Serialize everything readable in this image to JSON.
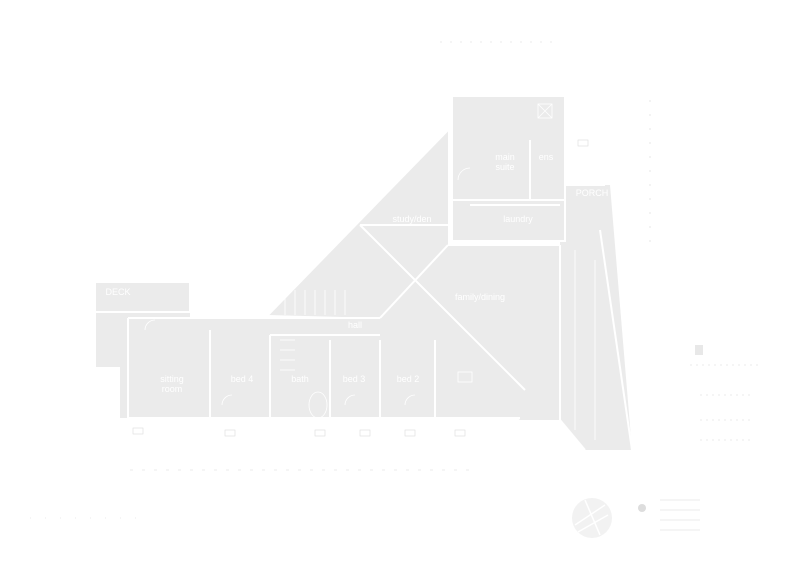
{
  "rooms": {
    "deck": "DECK",
    "sitting": "sitting\nroom",
    "bed4": "bed 4",
    "bath": "bath",
    "hall": "hall",
    "bed3": "bed 3",
    "bed2": "bed 2",
    "study": "study/den",
    "family": "family/dining",
    "main_suite": "main\nsuite",
    "ens": "ens",
    "laundry": "laundry",
    "porch": "PORCH"
  },
  "colors": {
    "floor": "#ebebeb",
    "wall": "#ffffff",
    "background": "#ffffff",
    "faint": "#d8d8d8"
  }
}
